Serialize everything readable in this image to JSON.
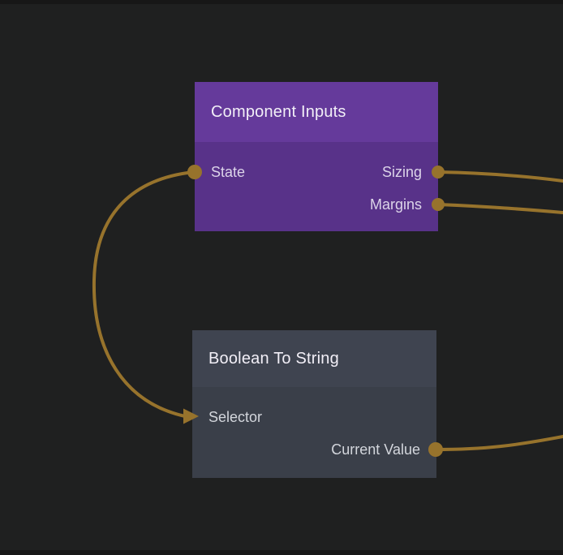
{
  "app": {
    "view": "node-graph-editor"
  },
  "colors": {
    "canvas_background": "#1f2020",
    "canvas_edge": "#171717",
    "wire": "#97732c",
    "component_inputs_header": "#653a9b",
    "component_inputs_body": "#583289",
    "boolean_to_string_header": "#3f4450",
    "boolean_to_string_body": "#3a3f49"
  },
  "nodes": [
    {
      "id": "component-inputs",
      "title": "Component Inputs",
      "inputs": [
        {
          "label": "State",
          "connected": true
        }
      ],
      "outputs": [
        {
          "label": "Sizing",
          "connected": true
        },
        {
          "label": "Margins",
          "connected": true
        }
      ]
    },
    {
      "id": "boolean-to-string",
      "title": "Boolean To String",
      "inputs": [
        {
          "label": "Selector",
          "connected": true
        }
      ],
      "outputs": [
        {
          "label": "Current Value",
          "connected": true
        }
      ]
    }
  ],
  "connections": [
    {
      "from": "Component Inputs.State",
      "to": "Boolean To String.Selector"
    },
    {
      "from": "Component Inputs.Sizing",
      "to": "offscreen-right"
    },
    {
      "from": "Component Inputs.Margins",
      "to": "offscreen-right"
    },
    {
      "from": "Boolean To String.Current Value",
      "to": "offscreen-right"
    }
  ]
}
